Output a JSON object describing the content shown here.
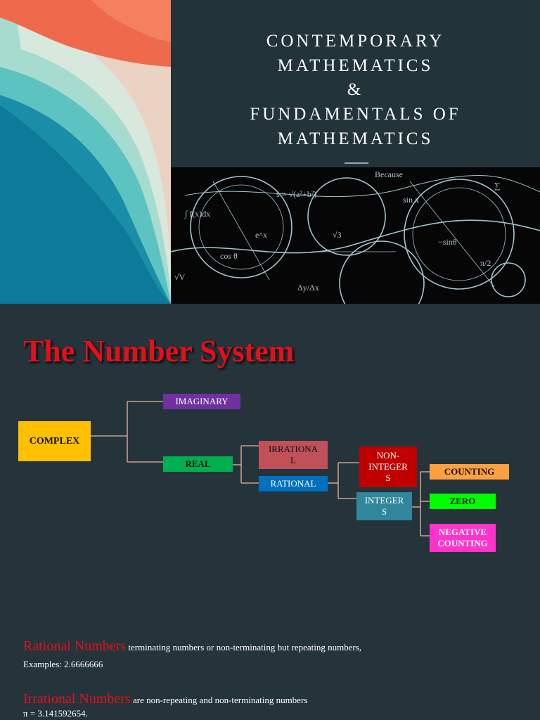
{
  "slide1": {
    "title_lines": [
      "CONTEMPORARY",
      "MATHEMATICS",
      "&",
      "FUNDAMENTALS OF",
      "MATHEMATICS"
    ],
    "chalk_formulas": [
      "Because",
      "∫ f(x)dx",
      "s = √(a²+b²)",
      "cos θ",
      "sin x",
      "√V",
      "−sinθ",
      "√3",
      "∑",
      "Δy/Δx",
      "π/2",
      "e^x"
    ]
  },
  "slide2": {
    "title": "The Number System",
    "diagram": {
      "complex": "COMPLEX",
      "imaginary": "IMAGINARY",
      "real": "REAL",
      "irrational": "IRRATIONA\nL",
      "rational": "RATIONAL",
      "non_integers": "NON-\nINTEGER\nS",
      "integers": "INTEGER\nS",
      "counting": "COUNTING",
      "zero": "ZERO",
      "negative_counting": "NEGATIVE\nCOUNTING"
    },
    "colors": {
      "complex": "#ffc000",
      "imaginary": "#7030a0",
      "real": "#00b050",
      "irrational": "#c0505a",
      "rational": "#0070c0",
      "non_integers": "#c00000",
      "integers": "#31859c",
      "counting": "#ffa040",
      "zero": "#00ff00",
      "negative_counting": "#ff33cc",
      "connector": "#e8b5a0"
    },
    "rational_term": "Rational Numbers",
    "rational_desc": "terminating numbers or non-terminating but repeating numbers,",
    "rational_example": "Examples:  2.6666666",
    "irrational_term": "Irrational Numbers",
    "irrational_desc": "are non-repeating and non-terminating numbers",
    "irrational_example": "π = 3.141592654."
  }
}
